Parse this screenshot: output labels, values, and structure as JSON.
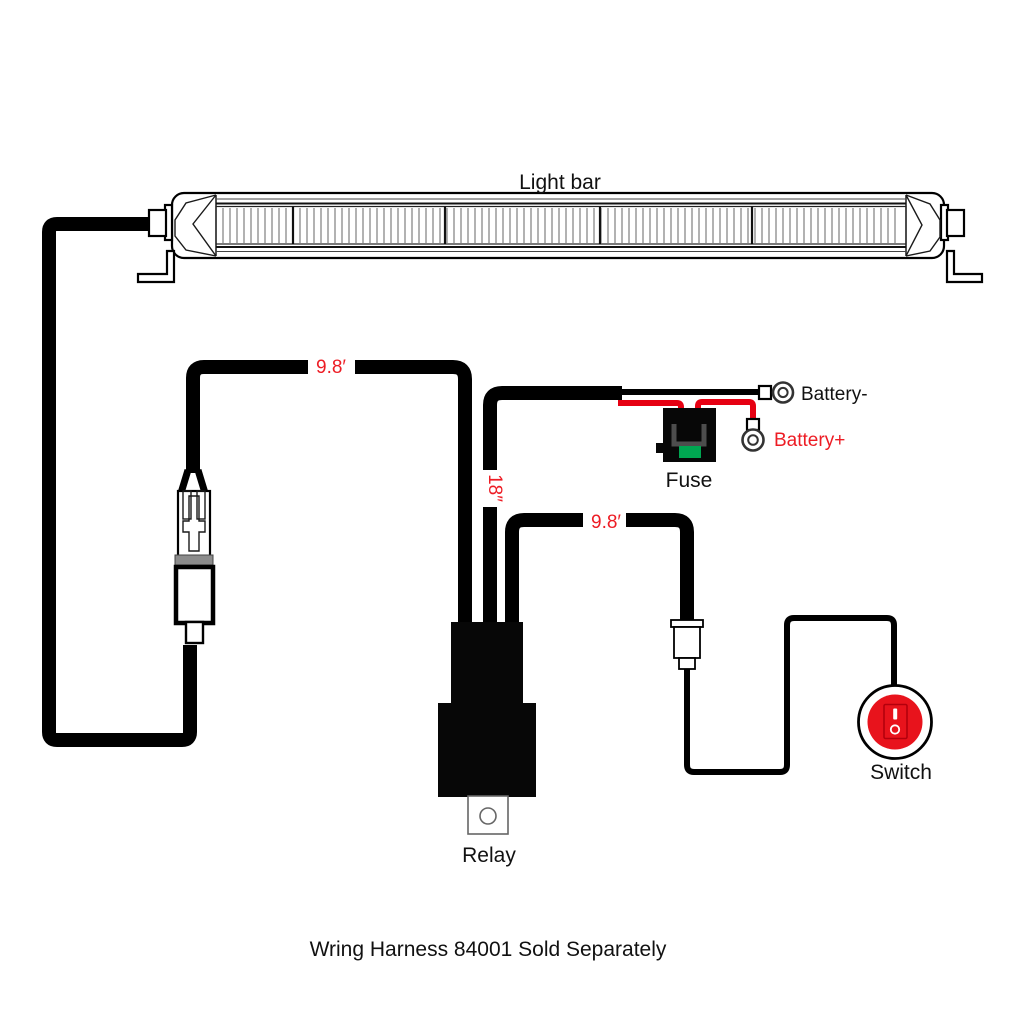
{
  "figure": {
    "caption": "Wring Harness 84001 Sold Separately"
  },
  "components": {
    "light_bar": {
      "label": "Light bar"
    },
    "fuse": {
      "label": "Fuse"
    },
    "relay": {
      "label": "Relay"
    },
    "switch": {
      "label": "Switch"
    },
    "battery_negative": {
      "label": "Battery-"
    },
    "battery_positive": {
      "label": "Battery+"
    }
  },
  "wire_lengths": {
    "lightbar_to_relay": "9.8′",
    "relay_to_battery": "18″",
    "relay_to_switch": "9.8′"
  },
  "colors": {
    "wire_black": "#000000",
    "wire_red": "#e60012",
    "label_red": "#ed1c24",
    "switch_red": "#e8131c",
    "fuse_green": "#00a651",
    "connector_gray": "#8c8c8c"
  }
}
